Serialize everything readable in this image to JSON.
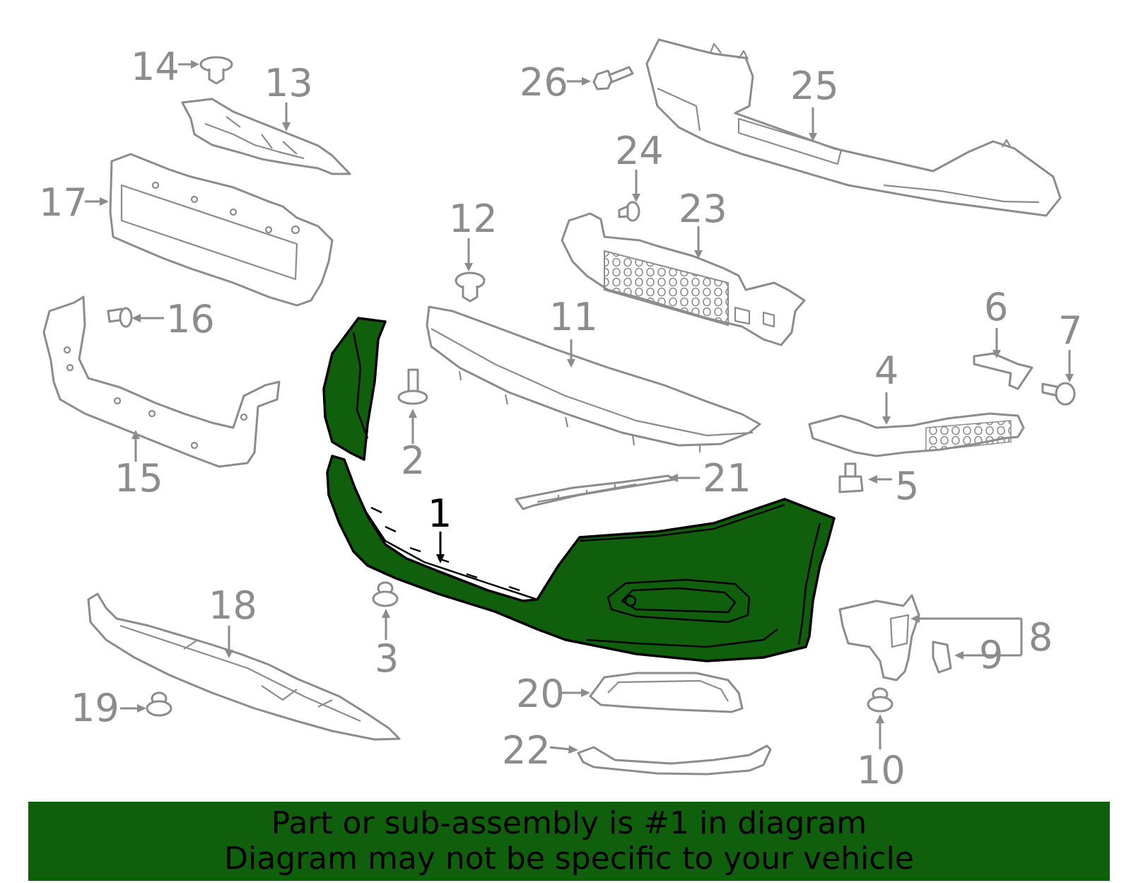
{
  "diagram": {
    "highlight_color": "#0f5f0c",
    "line_color": "#8c8c8c",
    "highlighted_part": "1",
    "callouts": {
      "c1": "1",
      "c2": "2",
      "c3": "3",
      "c4": "4",
      "c5": "5",
      "c6": "6",
      "c7": "7",
      "c8": "8",
      "c9": "9",
      "c10": "10",
      "c11": "11",
      "c12": "12",
      "c13": "13",
      "c14": "14",
      "c15": "15",
      "c16": "16",
      "c17": "17",
      "c18": "18",
      "c19": "19",
      "c20": "20",
      "c21": "21",
      "c22": "22",
      "c23": "23",
      "c24": "24",
      "c25": "25",
      "c26": "26"
    }
  },
  "banner": {
    "line1": "Part or sub-assembly is #1 in diagram",
    "line2": "Diagram may not be specific to your vehicle"
  }
}
